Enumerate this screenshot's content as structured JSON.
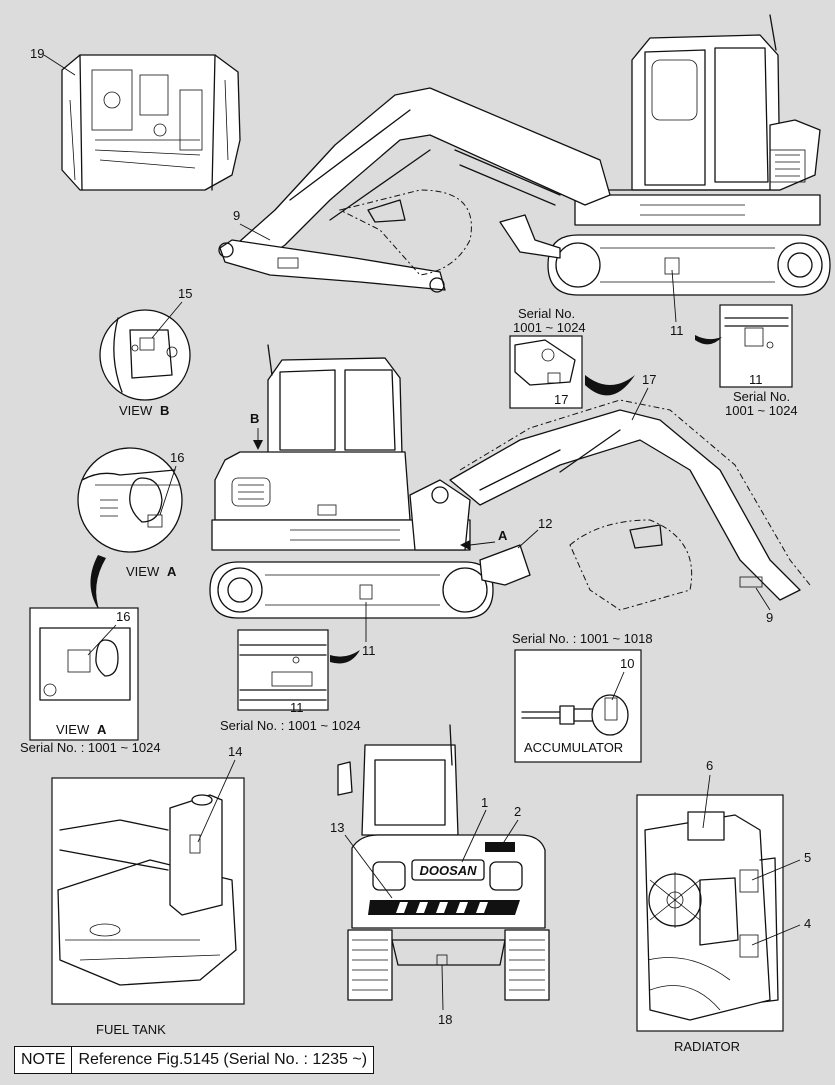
{
  "callouts": {
    "c1": "1",
    "c2": "2",
    "c4": "4",
    "c5": "5",
    "c6": "6",
    "c9a": "9",
    "c9b": "9",
    "c10": "10",
    "c11a": "11",
    "c11b": "11",
    "c11c": "11",
    "c11d": "11",
    "c12": "12",
    "c13": "13",
    "c14": "14",
    "c15": "15",
    "c16a": "16",
    "c16b": "16",
    "c17a": "17",
    "c17b": "17",
    "c18": "18",
    "c19": "19"
  },
  "labels": {
    "view_b": "VIEW",
    "view_b_letter": "B",
    "view_a1": "VIEW",
    "view_a1_letter": "A",
    "view_a2": "VIEW",
    "view_a2_letter": "A",
    "arrow_b": "B",
    "arrow_a": "A",
    "brand": "DOOSAN",
    "accumulator": "ACCUMULATOR",
    "fuel_tank": "FUEL TANK",
    "radiator": "RADIATOR"
  },
  "serials": {
    "top_right_line1": "Serial No.",
    "top_right_line2": "1001 ~ 1024",
    "detail17_line1": "Serial No.",
    "detail17_line2": "1001 ~ 1024",
    "accumulator": "Serial No. : 1001 ~ 1018",
    "track_detail": "Serial No. : 1001 ~ 1024",
    "view_a": "Serial No. : 1001 ~ 1024"
  },
  "note": {
    "label": "NOTE",
    "text": "Reference Fig.5145 (Serial No. : 1235 ~)"
  }
}
